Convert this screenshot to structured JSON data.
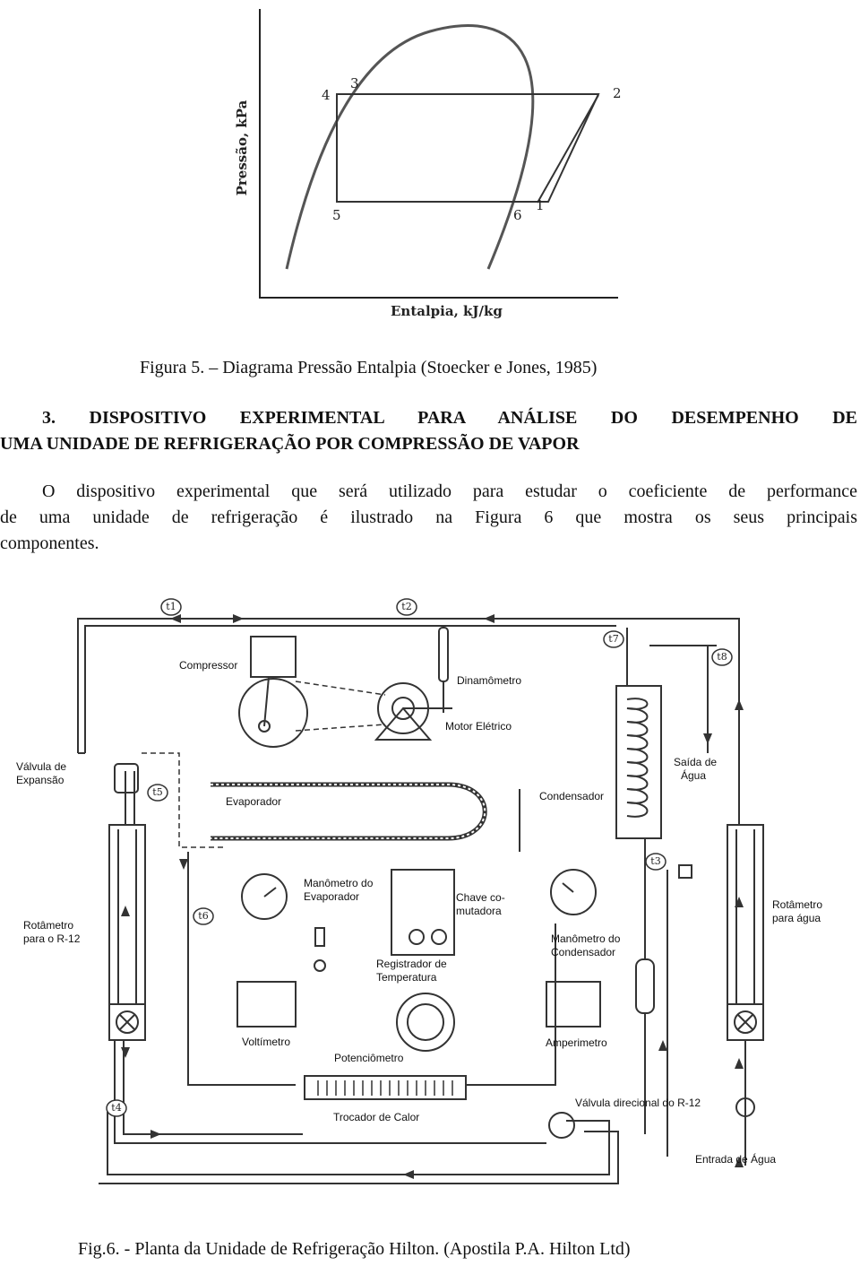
{
  "figure5": {
    "ylabel": "Pressão, kPa",
    "xlabel": "Entalpia, kJ/kg",
    "points": [
      "1",
      "2",
      "3",
      "4",
      "5",
      "6"
    ],
    "caption": "Figura 5. – Diagrama Pressão Entalpia (Stoecker e Jones, 1985)"
  },
  "section": {
    "heading_line1": "3. DISPOSITIVO EXPERIMENTAL PARA ANÁLISE DO DESEMPENHO DE",
    "heading_line2": "UMA UNIDADE DE REFRIGERAÇÃO POR COMPRESSÃO DE VAPOR",
    "para_line1": "O dispositivo experimental que será utilizado para estudar o coeficiente de performance",
    "para_line2": "de uma unidade de refrigeração é ilustrado na Figura 6 que mostra os seus principais",
    "para_line3": "componentes."
  },
  "figure6": {
    "temps": [
      "t1",
      "t2",
      "t3",
      "t4",
      "t5",
      "t6",
      "t7",
      "t8"
    ],
    "labels": {
      "compressor": "Compressor",
      "dinamometro": "Dinamômetro",
      "motor": "Motor Elétrico",
      "valvula_line1": "Válvula de",
      "valvula_line2": "Expansão",
      "evaporador": "Evaporador",
      "condensador": "Condensador",
      "saida_line1": "Saída de",
      "saida_line2": "Água",
      "man_evap_line1": "Manômetro do",
      "man_evap_line2": "Evaporador",
      "chave_line1": "Chave co-",
      "chave_line2": "mutadora",
      "rot_r12_line1": "Rotâmetro",
      "rot_r12_line2": "para o R-12",
      "rot_agua_line1": "Rotâmetro",
      "rot_agua_line2": "para água",
      "man_cond_line1": "Manômetro do",
      "man_cond_line2": "Condensador",
      "registrador_line1": "Registrador de",
      "registrador_line2": "Temperatura",
      "voltimetro": "Voltímetro",
      "amperimetro": "Amperimetro",
      "potenciometro": "Potenciômetro",
      "valvula_direcional": "Válvula direcional do R-12",
      "trocador": "Trocador de Calor",
      "entrada": "Entrada de Água"
    },
    "caption": "Fig.6. - Planta da Unidade de Refrigeração Hilton. (Apostila P.A. Hilton Ltd)"
  }
}
